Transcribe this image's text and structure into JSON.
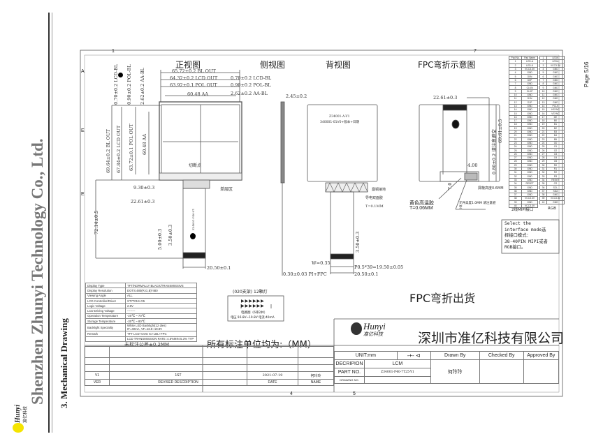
{
  "sidebar": {
    "company": "Shenzhen Zhunyi Technology Co., Ltd.",
    "section": "3.  Mechanical Drawing",
    "logo_text": "Hunyi",
    "logo_cn": "准亿科技"
  },
  "page_label": "Page  5/16",
  "frame": {
    "col_labels": [
      "1",
      "4",
      "5",
      "7"
    ],
    "row_labels": [
      "A",
      "E",
      "E"
    ]
  },
  "views": {
    "front": "正视图",
    "side": "侧视图",
    "back": "背视图",
    "fpc_bend": "FPC弯折示意图",
    "fpc_shipping": "FPC弯折出货"
  },
  "dims": {
    "bl_out": "65.72±0.2 BL OUT",
    "lcd_out": "64.32±0.2 LCD OUT",
    "pol_out": "63.92±0.1 POL OUT",
    "aa": "60.48 AA",
    "lcd_bl": "0.70±0.2 LCD-BL",
    "pol_bl": "0.90±0.2 POL-BL",
    "aa_bl": "2.62±0.2 AA-BL",
    "v_lcd_bl": "0.70±0.2 LCD-BL",
    "v_pol_bl": "0.90±0.2 POL-BL",
    "v_aa_bl": "2.62±0.2 AA-BL",
    "v_bl_out": "69.64±0.2 BL OUT",
    "v_lcd_out": "67.84±0.2 LCD OUT",
    "v_pol_out": "63.72±0.1 POL OUT",
    "v_aa": "60.48 AA",
    "fpc_930": "9.30±0.3",
    "fpc_2261": "22.61±0.3",
    "total_h": "72.14±0.5",
    "d500": "5.00±0.3",
    "d350": "3.50±0.3",
    "fpc_w": "20.50±0.1",
    "thick": "2.45±0.2",
    "pi_fpc": "0.30±0.03 PI+FPC",
    "w035": "W=0.35",
    "pitch": "P0.5*39=19.50±0.05",
    "back_w": "20.50±0.1",
    "back_350": "3.50±0.3",
    "bend_2261": "22.61±0.3",
    "bend_080": "0.80±0.2 请注意避空",
    "bend_6961": "69.61±0.5",
    "bend_400": "4.00",
    "bend_7": "7.0",
    "shield_h": "屏蔽高度0.6MM"
  },
  "notes": {
    "cutoff_point": "切断点",
    "single_layer": "单层区",
    "copper_ground": "露铜接地",
    "conductive_tape": "导电双面胶",
    "tape_t": "T=0.1MM",
    "yellow_tape": "黄色高温胶",
    "yellow_t": "T=0.06MM",
    "component_h": "元件高度1.0MM  请注意避空",
    "back_label1": "Z34001-A-V1",
    "back_label2": "340001-01V0+版本+日期",
    "fpc_label": "Z34001-P40-V1",
    "mipi_label": "2线MIPI接口",
    "rgb_label": "RGB",
    "interface_note": [
      "Select the",
      "interface mode选",
      "择接口模式：",
      "38-40PIN MIPI或者",
      "RGB接口。"
    ]
  },
  "led": {
    "title": "(020支架) 12颗灯",
    "circuit": "电路图（6串2并）",
    "spec": "电压:16.8V~19.8V 电流:40mA"
  },
  "units_note": "所有标注单位均为:（MM）",
  "spec_table": [
    [
      "Display Type",
      "TFT/NORMALLY BLACK/TRANSMISSIVE"
    ],
    [
      "Display Resolution",
      "DOTS:480(R,G,B)*480"
    ],
    [
      "Viewing Angle",
      "ALL"
    ],
    [
      "LCD Controller/Driver",
      "ST7701S-G5"
    ],
    [
      "Logic Voltage",
      "2.8V"
    ],
    [
      "LCD Driving Voltage",
      "--------"
    ],
    [
      "Operation Temperature",
      "-20℃ ~ 70℃"
    ],
    [
      "Storage Temperature",
      "-30℃ ~ 80℃"
    ],
    [
      "Backlight Speciality",
      "White LED Backlight(12 dies)\nIF=40mA, VF=16.8~19.8V"
    ],
    [
      "Remark",
      "TFT LCD+COG IC+LBL+FPC"
    ],
    [
      "",
      "LCD TRANSMISSION RATE :4.5%MIN 5.3% TYP"
    ]
  ],
  "tolerance_note": "未标注公差±0.2MM",
  "revision": {
    "ver": "V1",
    "desc": "1ST",
    "date": "2021-07-19",
    "name": "何玲玲",
    "headers": {
      "ver": "VER",
      "desc": "REVISED DESCRIPTION",
      "date": "DATE",
      "name": "NAME"
    }
  },
  "title_block": {
    "company_cn": "深圳市准亿科技有限公司",
    "logo_text": "Hunyi",
    "logo_cn": "准亿科技",
    "unit": "UNIT:mm",
    "drawn_by_label": "Drawn By",
    "checked_by_label": "Checked By",
    "approved_by_label": "Approved By",
    "description_label": "DECRIPION",
    "description": "LCM",
    "part_no_label": "PART NO.",
    "part_no": "Z34001-P40-7T25-Y1",
    "drawing_no_label": "DRAWING NO.",
    "drawn_by": "何玲玲"
  },
  "pin_table_mipi": {
    "headers": [
      "Pad No.",
      "Pad Name"
    ],
    "rows": [
      "LED-A",
      "LED-K",
      "VCC3.3V",
      "GND",
      "D0N",
      "D0P",
      "GND",
      "CLKN",
      "CLKP",
      "GND",
      "D1N",
      "D1P",
      "GND",
      "GND",
      "GND",
      "GND",
      "GND",
      "GND",
      "GND",
      "GND",
      "GND",
      "GND",
      "GND",
      "GND",
      "GND",
      "GND",
      "GND",
      "GND",
      "GND",
      "GND",
      "GND",
      "GND",
      "GND",
      "RESET",
      "GND",
      "GND",
      "GND",
      "VCC3.3V",
      "GND",
      "VCC3.3V"
    ]
  },
  "pin_table_rgb": {
    "rows": [
      "LEDK",
      "LEDA",
      "VCC3.3V",
      "GND",
      "GND",
      "GND",
      "GND",
      "GND",
      "GND",
      "GND",
      "GND",
      "GND",
      "GND",
      "PCLK",
      "HSYNC",
      "VSYNC",
      "DE",
      "B0",
      "B1",
      "B2",
      "B3",
      "B4",
      "B5",
      "G0",
      "G1",
      "G2",
      "G3",
      "G4",
      "G5",
      "R0",
      "R1",
      "R2",
      "R3",
      "RESET",
      "CS",
      "SCL",
      "SDA",
      "GND",
      "VCC3.3V",
      "GND"
    ]
  }
}
